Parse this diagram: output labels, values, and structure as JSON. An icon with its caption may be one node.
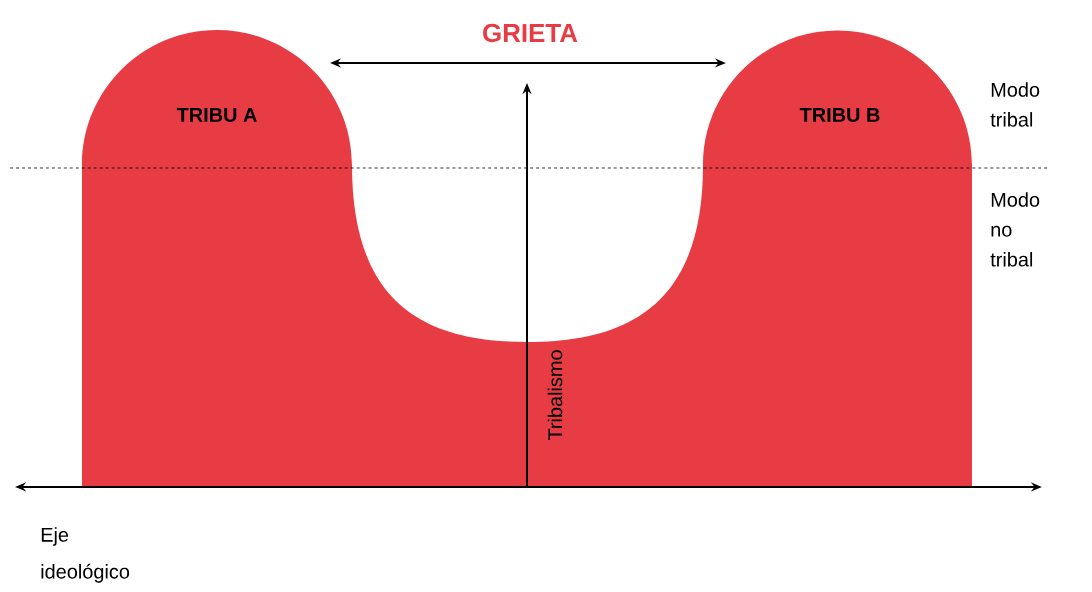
{
  "diagram": {
    "nodes": [
      {
        "text": [
          "TRIBU A",
          "TRIBU B"
        ]
      }
    ],
    "labels": [
      "GRIETA",
      "Modo tribal",
      "Modo no tribal",
      "Tribalismo",
      "Eje ideológico"
    ]
  }
}
